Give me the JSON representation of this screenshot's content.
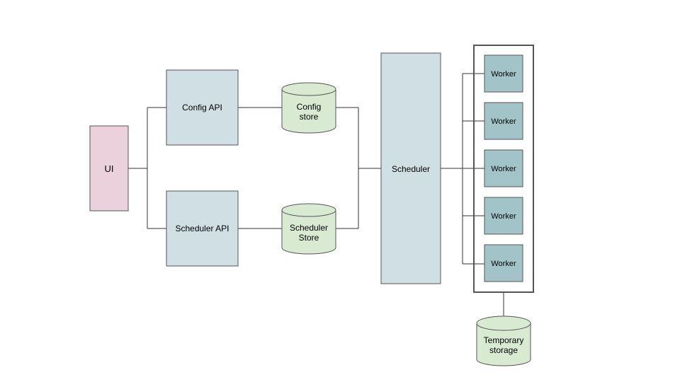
{
  "colors": {
    "ui_fill": "#ead1dc",
    "api_fill": "#d0dfe3",
    "store_fill": "#d9ead3",
    "scheduler_fill": "#d0dfe3",
    "worker_fill": "#a2c4c9",
    "line": "#333333",
    "container_stroke": "#555555"
  },
  "nodes": {
    "ui": {
      "label": "UI"
    },
    "config_api": {
      "label": "Config API"
    },
    "scheduler_api": {
      "label": "Scheduler API"
    },
    "config_store": {
      "line1": "Config",
      "line2": "store"
    },
    "scheduler_store": {
      "line1": "Scheduler",
      "line2": "Store"
    },
    "scheduler": {
      "label": "Scheduler"
    },
    "workers": [
      {
        "label": "Worker"
      },
      {
        "label": "Worker"
      },
      {
        "label": "Worker"
      },
      {
        "label": "Worker"
      },
      {
        "label": "Worker"
      }
    ],
    "temp_storage": {
      "line1": "Temporary",
      "line2": "storage"
    }
  }
}
